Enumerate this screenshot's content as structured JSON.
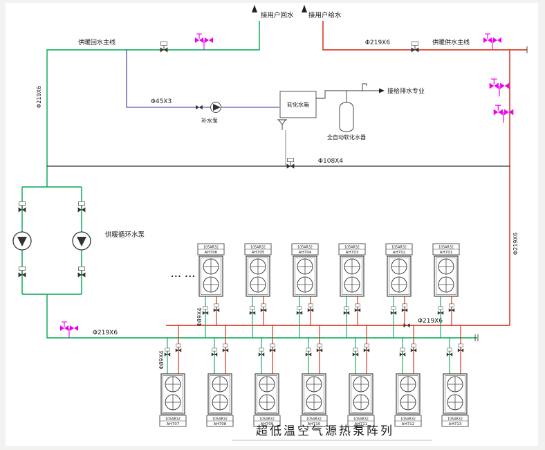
{
  "title": "超低温空气源热泵阵列",
  "top": {
    "user_return": "接用户回水",
    "user_supply": "接用户给水",
    "return_main_label": "供暖回水主线",
    "supply_main_label": "供暖供水主线",
    "supply_main_dia": "Φ219X6"
  },
  "left": {
    "riser_dia": "Φ219X6",
    "circ_pump_label": "供暖循环水泵"
  },
  "right": {
    "riser_dia": "Φ219X6"
  },
  "makeup": {
    "pipe_dia": "Φ45X3",
    "pump_label": "补水泵",
    "tank_label": "软化水箱",
    "softener_label": "全自动软化水器",
    "drain_label": "接给排水专业"
  },
  "mid": {
    "pipe_dia": "Φ108X4"
  },
  "manifold": {
    "green_dia": "Φ219X6",
    "red_dia": "Φ219X6",
    "branch_dia_top": "Φ89X4",
    "branch_dia_bottom": "Φ89X4",
    "ellipsis": "... ..."
  },
  "units": {
    "model": "105AR32",
    "top_row": [
      "AH706",
      "AH705",
      "AH704",
      "AH703",
      "AH702",
      "AH701"
    ],
    "bottom_row": [
      "AH707",
      "AH708",
      "AH709",
      "AH710",
      "AH711",
      "AH712",
      "AH713"
    ]
  },
  "colors": {
    "green": "#00a651",
    "red": "#d81e06",
    "blue": "#2e3192",
    "magenta": "#ee00ee",
    "line": "#333333"
  }
}
